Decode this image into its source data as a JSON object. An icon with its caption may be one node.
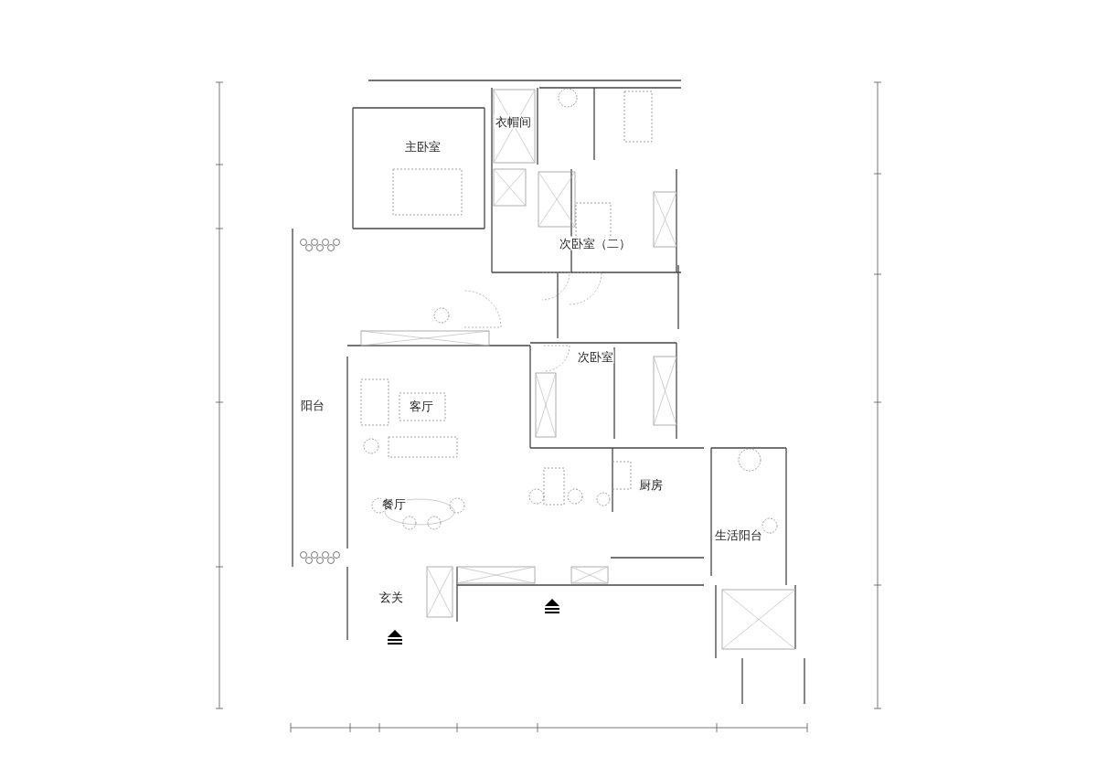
{
  "diagram": {
    "nodes": [
      {
        "text": [
          "主卧室"
        ]
      },
      {
        "text": [
          "衣帽间"
        ]
      },
      {
        "text": [
          "次卧室（二）"
        ]
      },
      {
        "text": [
          "阳台"
        ]
      },
      {
        "text": [
          "客厅"
        ]
      },
      {
        "text": [
          "次卧室"
        ]
      },
      {
        "text": [
          "餐厅"
        ]
      },
      {
        "text": [
          "厨房"
        ]
      },
      {
        "text": [
          "生活阳台"
        ]
      },
      {
        "text": [
          "玄关"
        ]
      }
    ]
  }
}
